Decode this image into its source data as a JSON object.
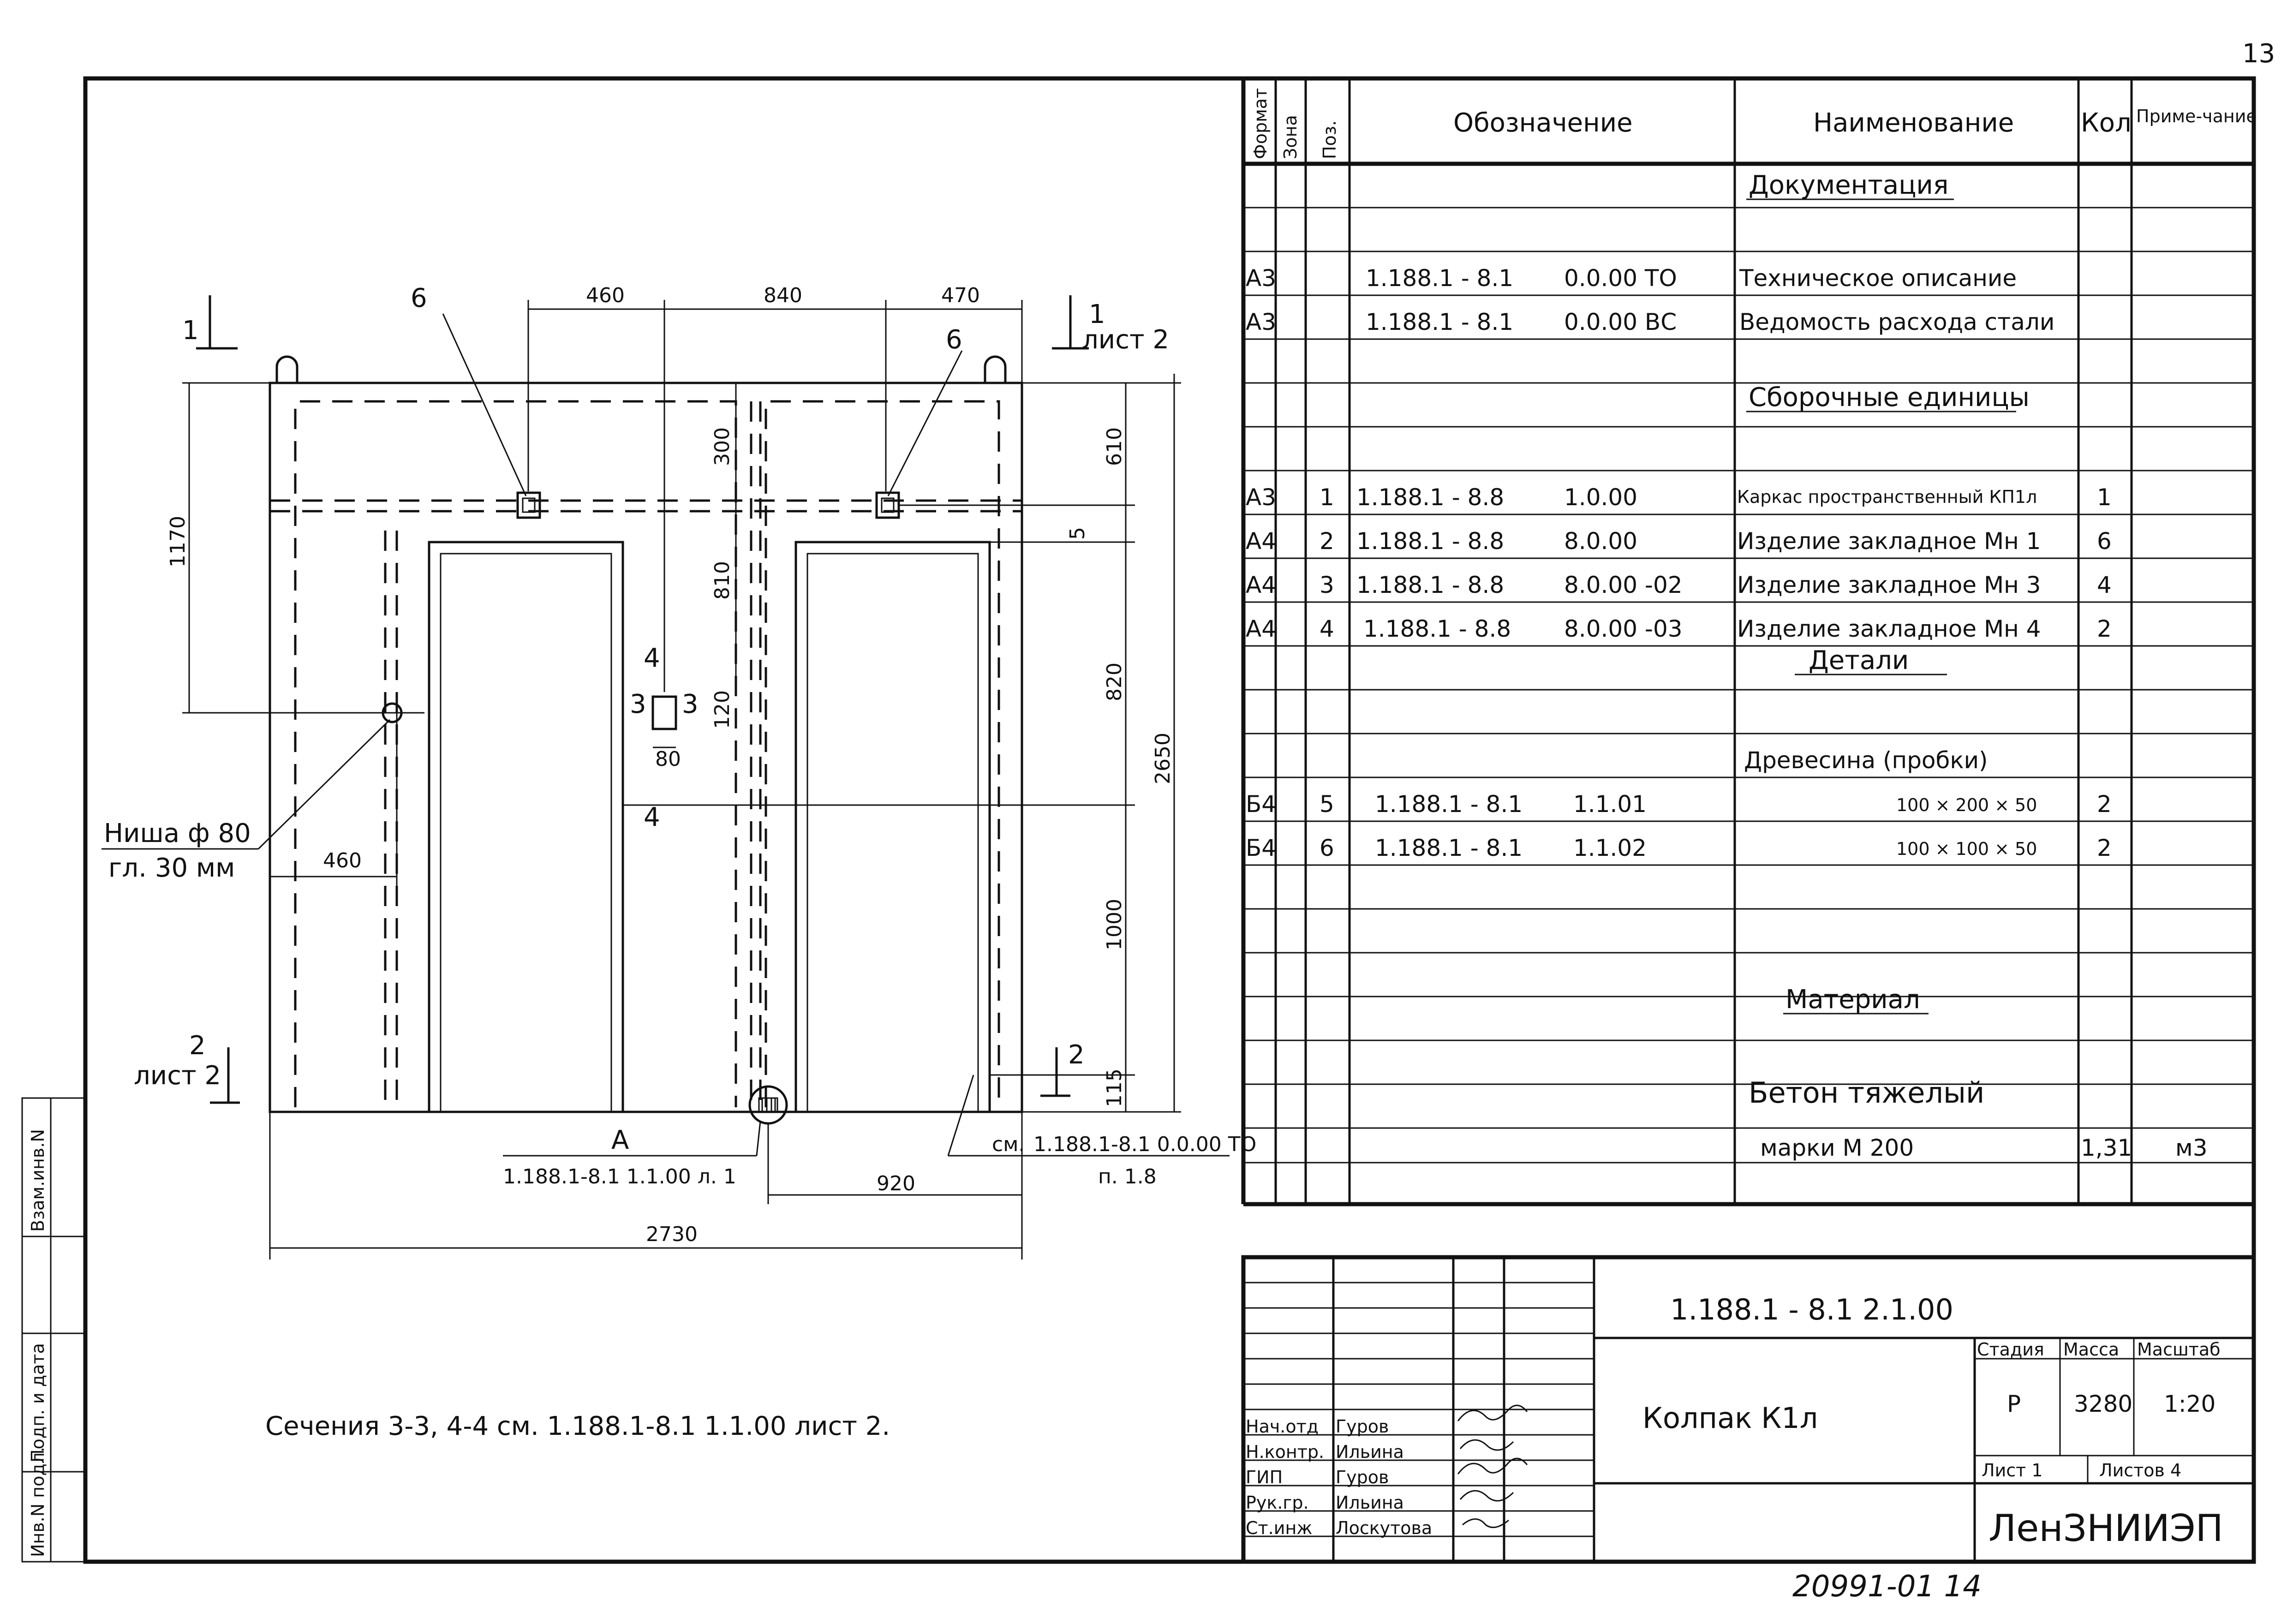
{
  "page_number": "13",
  "drawing": {
    "dims": {
      "top_460": "460",
      "top_840": "840",
      "top_470": "470",
      "left_1170": "1170",
      "left_460": "460",
      "v_300": "300",
      "v_810": "810",
      "v_120": "120",
      "h_80": "80",
      "v_5": "5",
      "r_610": "610",
      "r_820": "820",
      "r_1000": "1000",
      "r_115": "115",
      "r_2650": "2650",
      "bot_920": "920",
      "bot_2730": "2730"
    },
    "section_1_left": "1",
    "section_1_right": "1",
    "section_1_right_sheet": "лист 2",
    "section_2_left": "2",
    "section_2_left_sheet": "лист 2",
    "section_2_right": "2",
    "pos_6_left": "6",
    "pos_6_right": "6",
    "sec_3": "3",
    "sec_4": "4",
    "niche_label": "Ниша ф 80",
    "niche_depth": "гл. 30 мм",
    "node_a": "А",
    "node_a_ref": "1.188.1-8.1 1.1.00 л. 1",
    "note_sm": "см.",
    "note_ref": "1.188.1-8.1 0.0.00 ТО",
    "note_point": "п. 1.8",
    "sections_note": "Сечения 3-3, 4-4 см. 1.188.1-8.1 1.1.00 лист 2."
  },
  "spec": {
    "headers": {
      "format": "Формат",
      "zone": "Зона",
      "pos": "Поз.",
      "designation": "Обозначение",
      "name": "Наименование",
      "qty": "Кол",
      "note": "Приме-чание"
    },
    "sections": {
      "documentation": "Документация",
      "assemblies": "Сборочные единицы",
      "details": "Детали",
      "material": "Материал"
    },
    "rows": [
      {
        "format": "А3",
        "pos": "",
        "des1": "1.188.1 - 8.1",
        "des2": "0.0.00 ТО",
        "name": "Техническое описание",
        "qty": "",
        "note": ""
      },
      {
        "format": "А3",
        "pos": "",
        "des1": "1.188.1 - 8.1",
        "des2": "0.0.00 ВС",
        "name": "Ведомость расхода стали",
        "qty": "",
        "note": ""
      },
      {
        "format": "А3",
        "pos": "1",
        "des1": "1.188.1 - 8.8",
        "des2": "1.0.00",
        "name": "Каркас пространственный КП1л",
        "qty": "1",
        "note": ""
      },
      {
        "format": "А4",
        "pos": "2",
        "des1": "1.188.1 - 8.8",
        "des2": "8.0.00",
        "name": "Изделие закладное Мн 1",
        "qty": "6",
        "note": ""
      },
      {
        "format": "А4",
        "pos": "3",
        "des1": "1.188.1 - 8.8",
        "des2": "8.0.00 -02",
        "name": "Изделие закладное Мн 3",
        "qty": "4",
        "note": ""
      },
      {
        "format": "А4",
        "pos": "4",
        "des1": "1.188.1 - 8.8",
        "des2": "8.0.00 -03",
        "name": "Изделие закладное Мн 4",
        "qty": "2",
        "note": ""
      },
      {
        "format": "",
        "pos": "",
        "des1": "",
        "des2": "",
        "name": "Древесина (пробки)",
        "qty": "",
        "note": ""
      },
      {
        "format": "Б4",
        "pos": "5",
        "des1": "1.188.1 - 8.1",
        "des2": "1.1.01",
        "name": "100 × 200 × 50",
        "qty": "2",
        "note": ""
      },
      {
        "format": "Б4",
        "pos": "6",
        "des1": "1.188.1 - 8.1",
        "des2": "1.1.02",
        "name": "100 × 100 × 50",
        "qty": "2",
        "note": ""
      },
      {
        "format": "",
        "pos": "",
        "des1": "",
        "des2": "",
        "name": "Бетон тяжелый",
        "qty": "",
        "note": ""
      },
      {
        "format": "",
        "pos": "",
        "des1": "",
        "des2": "",
        "name": "марки М 200",
        "qty": "1,31",
        "note": "м3"
      }
    ]
  },
  "title_block": {
    "code": "1.188.1 - 8.1   2.1.00",
    "title": "Колпак К1л",
    "stage_label": "Стадия",
    "mass_label": "Масса",
    "scale_label": "Масштаб",
    "stage": "Р",
    "mass": "3280",
    "scale": "1:20",
    "sheet": "Лист 1",
    "sheets": "Листов 4",
    "org": "ЛенЗНИИЭП",
    "staff": [
      {
        "role": "Нач.отд",
        "name": "Гуров"
      },
      {
        "role": "Н.контр.",
        "name": "Ильина"
      },
      {
        "role": "ГИП",
        "name": "Гуров"
      },
      {
        "role": "Рук.гр.",
        "name": "Ильина"
      },
      {
        "role": "Ст.инж",
        "name": "Лоскутова"
      }
    ]
  },
  "side_stamp": {
    "inv": "Инв.N подл.",
    "sign": "Подп. и дата",
    "vzam": "Взам.инв.N"
  },
  "footer_code": "20991-01 14"
}
